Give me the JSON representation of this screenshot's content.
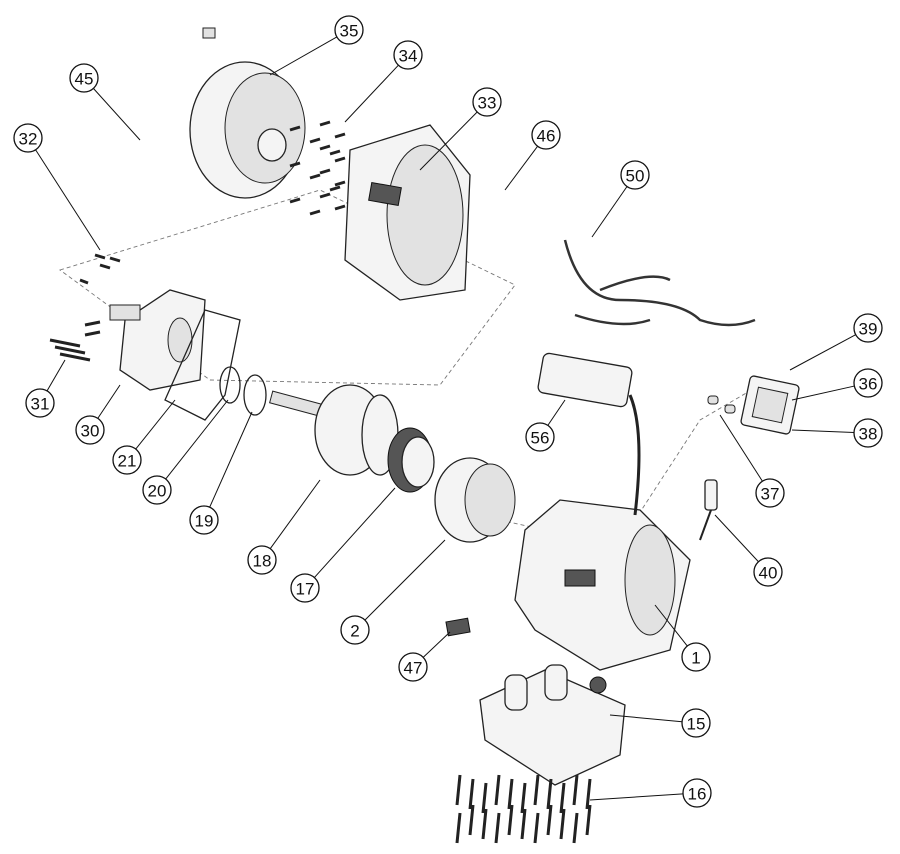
{
  "diagram": {
    "type": "exploded-parts-view",
    "callouts": [
      "35",
      "34",
      "45",
      "33",
      "46",
      "32",
      "50",
      "39",
      "36",
      "38",
      "37",
      "31",
      "30",
      "21",
      "20",
      "19",
      "18",
      "17",
      "2",
      "56",
      "40",
      "47",
      "1",
      "15",
      "16"
    ]
  }
}
